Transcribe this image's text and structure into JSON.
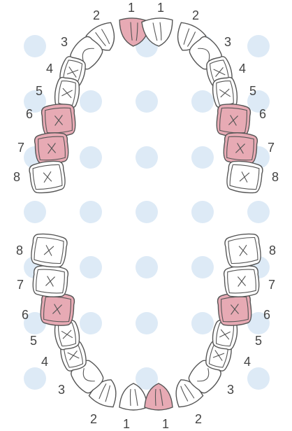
{
  "colors": {
    "dot": "#ddeaf6",
    "selected": "#e7aab4",
    "unselected": "#ffffff",
    "outline": "#555555",
    "number": "#444444"
  },
  "upper": {
    "right": [
      {
        "number": "1",
        "selected": true
      },
      {
        "number": "2",
        "selected": false
      },
      {
        "number": "3",
        "selected": false
      },
      {
        "number": "4",
        "selected": false
      },
      {
        "number": "5",
        "selected": false
      },
      {
        "number": "6",
        "selected": true
      },
      {
        "number": "7",
        "selected": true
      },
      {
        "number": "8",
        "selected": false
      }
    ],
    "left": [
      {
        "number": "1",
        "selected": false
      },
      {
        "number": "2",
        "selected": false
      },
      {
        "number": "3",
        "selected": false
      },
      {
        "number": "4",
        "selected": false
      },
      {
        "number": "5",
        "selected": false
      },
      {
        "number": "6",
        "selected": true
      },
      {
        "number": "7",
        "selected": true
      },
      {
        "number": "8",
        "selected": false
      }
    ]
  },
  "lower": {
    "right": [
      {
        "number": "1",
        "selected": false
      },
      {
        "number": "2",
        "selected": false
      },
      {
        "number": "3",
        "selected": false
      },
      {
        "number": "4",
        "selected": false
      },
      {
        "number": "5",
        "selected": false
      },
      {
        "number": "6",
        "selected": true
      },
      {
        "number": "7",
        "selected": false
      },
      {
        "number": "8",
        "selected": false
      }
    ],
    "left": [
      {
        "number": "1",
        "selected": true
      },
      {
        "number": "2",
        "selected": false
      },
      {
        "number": "3",
        "selected": false
      },
      {
        "number": "4",
        "selected": false
      },
      {
        "number": "5",
        "selected": false
      },
      {
        "number": "6",
        "selected": true
      },
      {
        "number": "7",
        "selected": false
      },
      {
        "number": "8",
        "selected": false
      }
    ]
  }
}
